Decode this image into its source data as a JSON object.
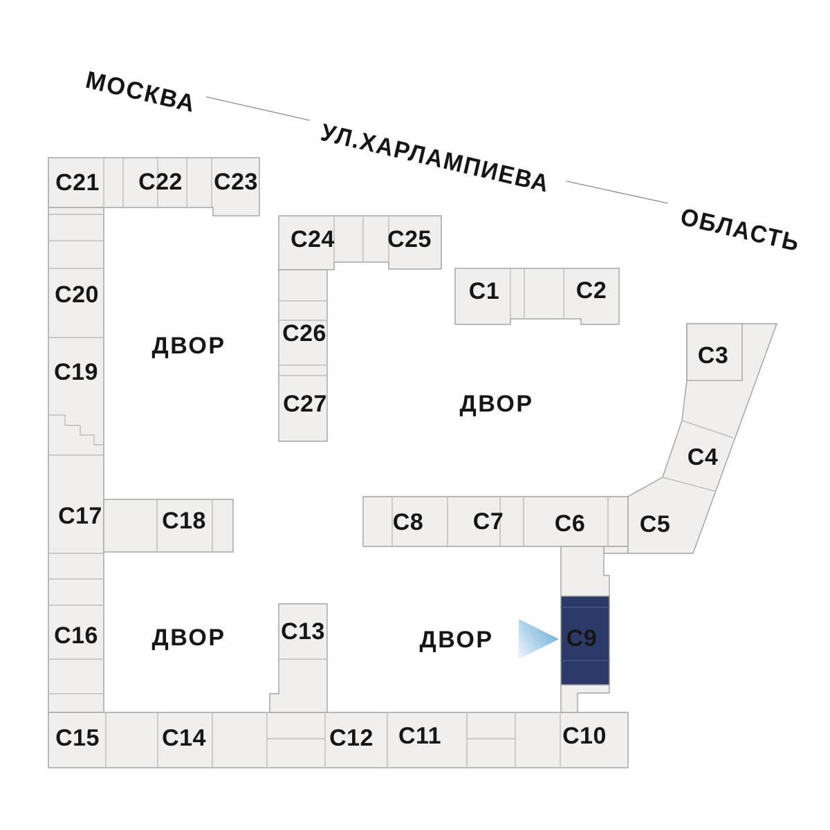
{
  "street": {
    "city_label": "МОСКВА",
    "street_name": "УЛ.ХАРЛАМПИЕВА",
    "region_label": "ОБЛАСТЬ"
  },
  "courtyards": [
    {
      "label": "ДВОР"
    },
    {
      "label": "ДВОР"
    },
    {
      "label": "ДВОР"
    },
    {
      "label": "ДВОР"
    }
  ],
  "blocks": {
    "c1": {
      "label": "С1"
    },
    "c2": {
      "label": "С2"
    },
    "c3": {
      "label": "С3"
    },
    "c4": {
      "label": "С4"
    },
    "c5": {
      "label": "С5"
    },
    "c6": {
      "label": "С6"
    },
    "c7": {
      "label": "С7"
    },
    "c8": {
      "label": "С8"
    },
    "c9": {
      "label": "С9"
    },
    "c10": {
      "label": "С10"
    },
    "c11": {
      "label": "С11"
    },
    "c12": {
      "label": "С12"
    },
    "c13": {
      "label": "С13"
    },
    "c14": {
      "label": "С14"
    },
    "c15": {
      "label": "С15"
    },
    "c16": {
      "label": "С16"
    },
    "c17": {
      "label": "С17"
    },
    "c18": {
      "label": "С18"
    },
    "c19": {
      "label": "С19"
    },
    "c20": {
      "label": "С20"
    },
    "c21": {
      "label": "С21"
    },
    "c22": {
      "label": "С22"
    },
    "c23": {
      "label": "С23"
    },
    "c24": {
      "label": "С24"
    },
    "c25": {
      "label": "С25"
    },
    "c26": {
      "label": "С26"
    },
    "c27": {
      "label": "С27"
    }
  },
  "selected": {
    "id": "С9"
  },
  "colors": {
    "background": "#ffffff",
    "block_fill": "#f0efee",
    "block_stroke": "#a6a6a4",
    "label_text": "#161616",
    "selected_fill": "#2b3a69",
    "selected_divider": "#46558a",
    "selected_text": "#ffffff",
    "arrow_from": "#edf5fb",
    "arrow_to": "#6fb0da",
    "street_line": "#8f8f8f"
  }
}
